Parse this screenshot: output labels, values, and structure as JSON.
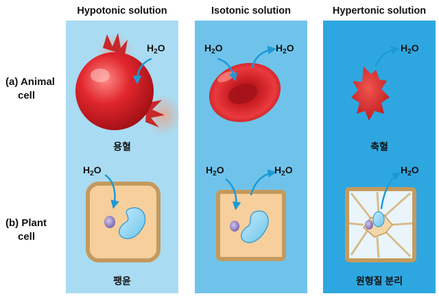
{
  "columns": [
    {
      "label": "Hypotonic solution",
      "panel_color": "#a9dbf2"
    },
    {
      "label": "Isotonic solution",
      "panel_color": "#6fc3ea"
    },
    {
      "label": "Hypertonic solution",
      "panel_color": "#2ea7e0"
    }
  ],
  "rows": [
    {
      "label_line1": "(a) Animal",
      "label_line2": "cell"
    },
    {
      "label_line1": "(b) Plant",
      "label_line2": "cell"
    }
  ],
  "water": {
    "base": "H",
    "subscript": "2",
    "tail": "O"
  },
  "animal_results": [
    "용혈",
    "",
    "축혈"
  ],
  "plant_results": [
    "팽윤",
    "",
    "원형질 분리"
  ],
  "colors": {
    "rbc": "#d8262b",
    "plant_cytoplasm": "#f6cf9d",
    "plant_wall": "#c49a5e",
    "vacuole": "#9ad6f1",
    "nucleus": "#9b87c4",
    "arrow": "#1c9ad6"
  }
}
